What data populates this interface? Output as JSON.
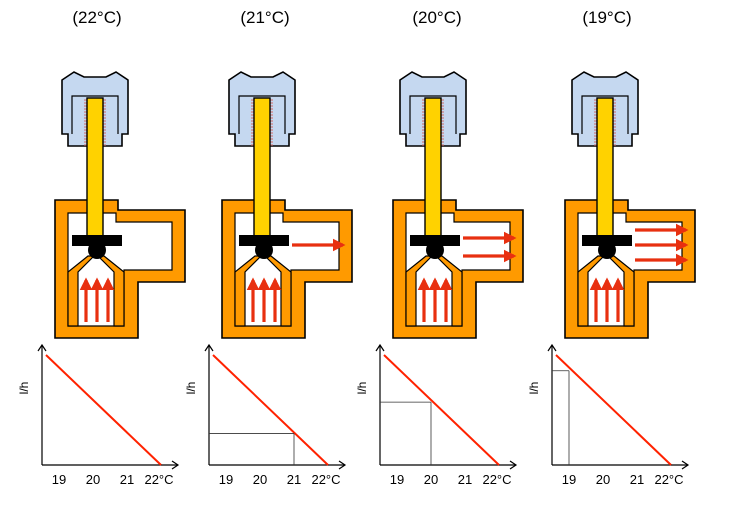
{
  "panels": [
    {
      "title": "(22°C)",
      "temperature_c": 22,
      "outlet_arrows": 0
    },
    {
      "title": "(21°C)",
      "temperature_c": 21,
      "outlet_arrows": 1
    },
    {
      "title": "(20°C)",
      "temperature_c": 20,
      "outlet_arrows": 2
    },
    {
      "title": "(19°C)",
      "temperature_c": 19,
      "outlet_arrows": 3
    }
  ],
  "graph": {
    "ylabel": "l/h",
    "x_ticks": [
      "19",
      "20",
      "21",
      "22°C"
    ],
    "x_values": [
      19,
      20,
      21,
      22
    ],
    "line_color": "#ff2200"
  },
  "colors": {
    "cap": "#c5d8f0",
    "stem": "#ffd200",
    "body": "#ff9a00",
    "arrow": "#e83010",
    "valve_disc": "#000000",
    "spring": "#d08080"
  }
}
